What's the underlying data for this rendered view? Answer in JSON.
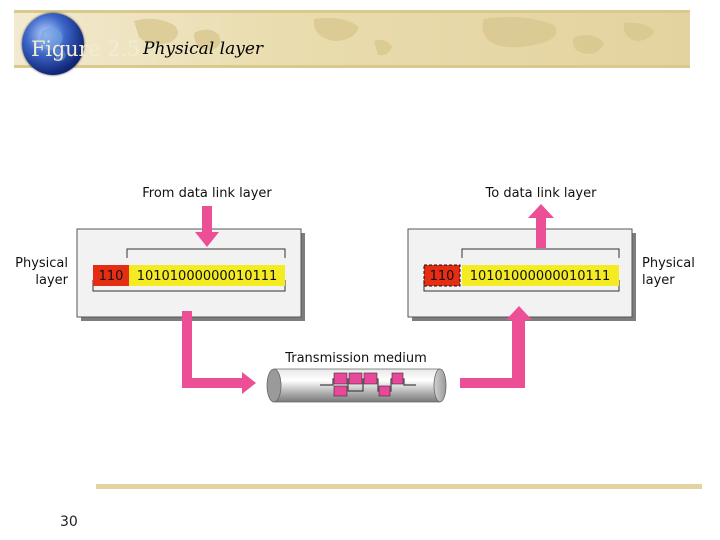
{
  "header": {
    "figure_number": "Figure 2.5",
    "figure_title": "Physical layer"
  },
  "diagram": {
    "from_label": "From data link layer",
    "to_label": "To data link layer",
    "left_layer_label_line1": "Physical",
    "left_layer_label_line2": "layer",
    "right_layer_label_line1": "Physical",
    "right_layer_label_line2": "layer",
    "left_header_bits": "110",
    "left_data_bits": "10101000000010111",
    "right_header_bits": "110",
    "right_data_bits": "10101000000010111",
    "medium_label": "Transmission medium",
    "colors": {
      "arrow": "#ec4f95",
      "header_box": "#e52d14",
      "data_box": "#f4eb22",
      "box_fill": "#f2f2f2"
    }
  },
  "footer": {
    "page_number": "30"
  }
}
